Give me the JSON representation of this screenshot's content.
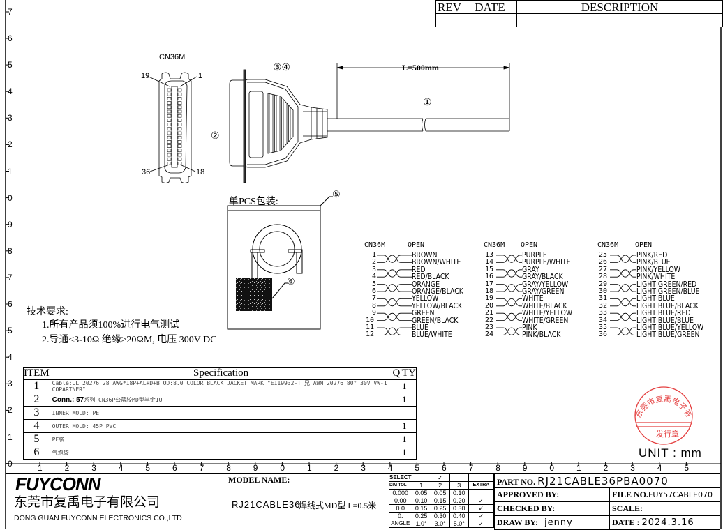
{
  "revision_table": {
    "rev": "REV",
    "date": "DATE",
    "description": "DESCRIPTION"
  },
  "ruler": {
    "left": [
      "7",
      "6",
      "5",
      "4",
      "3",
      "2",
      "1",
      "0",
      "9",
      "8",
      "7",
      "6",
      "5",
      "4",
      "3",
      "2",
      "1",
      "0"
    ],
    "bottom": [
      "1",
      "2",
      "3",
      "4",
      "5",
      "6",
      "7",
      "8",
      "9",
      "0",
      "1",
      "2",
      "3",
      "4",
      "5",
      "6",
      "7",
      "8",
      "9",
      "0",
      "1",
      "2",
      "3",
      "4",
      "5"
    ]
  },
  "drawing": {
    "front_view_label": "CN36M",
    "pin_19": "19",
    "pin_1": "1",
    "pin_36": "36",
    "pin_18": "18",
    "callout_2": "②",
    "callout_34": "③④",
    "callout_1": "①",
    "length": "L=500mm"
  },
  "packaging": {
    "title": "单PCS包装:",
    "callout_5": "⑤",
    "callout_6": "⑥"
  },
  "requirements": {
    "title": "技术要求:",
    "items": [
      "1.所有产品须100%进行电气测试",
      "2.导通≤3-10Ω  绝缘≥20ΩM, 电压 300V  DC"
    ]
  },
  "pinout": {
    "header_left": "CN36M",
    "header_right": "OPEN",
    "groups": [
      [
        [
          "1",
          "BROWN"
        ],
        [
          "2",
          "BROWN/WHITE"
        ],
        [
          "3",
          "RED"
        ],
        [
          "4",
          "RED/BLACK"
        ],
        [
          "5",
          "ORANGE"
        ],
        [
          "6",
          "ORANGE/BLACK"
        ],
        [
          "7",
          "YELLOW"
        ],
        [
          "8",
          "YELLOW/BLACK"
        ],
        [
          "9",
          "GREEN"
        ],
        [
          "10",
          "GREEN/BLACK"
        ],
        [
          "11",
          "BLUE"
        ],
        [
          "12",
          "BLUE/WHITE"
        ]
      ],
      [
        [
          "13",
          "PURPLE"
        ],
        [
          "14",
          "PURPLE/WHITE"
        ],
        [
          "15",
          "GRAY"
        ],
        [
          "16",
          "GRAY/BLACK"
        ],
        [
          "17",
          "GRAY/YELLOW"
        ],
        [
          "18",
          "GRAY/GREEN"
        ],
        [
          "19",
          "WHITE"
        ],
        [
          "20",
          "WHITE/BLACK"
        ],
        [
          "21",
          "WHITE/YELLOW"
        ],
        [
          "22",
          "WHITE/GREEN"
        ],
        [
          "23",
          "PINK"
        ],
        [
          "24",
          "PINK/BLACK"
        ]
      ],
      [
        [
          "25",
          "PINK/RED"
        ],
        [
          "26",
          "PINK/BLUE"
        ],
        [
          "27",
          "PINK/YELLOW"
        ],
        [
          "28",
          "PINK/WHITE"
        ],
        [
          "29",
          "LIGHT GREEN/RED"
        ],
        [
          "30",
          "LIGHT GREEN/BLUE"
        ],
        [
          "31",
          "LIGHT BLUE"
        ],
        [
          "32",
          "LIGHT BLUE/BLACK"
        ],
        [
          "33",
          "LIGHT BLUE/RED"
        ],
        [
          "34",
          "LIGHT BLUE/BLUE"
        ],
        [
          "35",
          "LIGHT BLUE/YELLOW"
        ],
        [
          "36",
          "LIGHT BLUE/GREEN"
        ]
      ]
    ]
  },
  "spec_table": {
    "headers": {
      "item": "ITEM",
      "spec": "Specification",
      "qty": "Q'TY"
    },
    "rows": [
      {
        "item": "1",
        "spec": "Cable:UL 20276 28 AWG*18P+AL+D+B OD:8.0  COLOR BLACK JACKET MARK \"E119932-T 兄  AWM 20276 80°  30V VW-1 COPARTNER\"",
        "qty": "1"
      },
      {
        "item": "2",
        "spec_prefix": "Conn.: 57",
        "spec": "系列 CN36P公蓝胶MD型半金1U",
        "qty": "1"
      },
      {
        "item": "3",
        "spec": "INNER MOLD: PE",
        "qty": ""
      },
      {
        "item": "4",
        "spec": "OUTER MOLD: 45P PVC",
        "qty": "1"
      },
      {
        "item": "5",
        "spec": "PE袋",
        "qty": "1"
      },
      {
        "item": "6",
        "spec": "气泡袋",
        "qty": "1"
      }
    ]
  },
  "stamp": {
    "company": "东莞市复禹电子有限公司",
    "type": "发行章",
    "color": "#e02020"
  },
  "unit": "UNIT : mm",
  "title_block": {
    "logo": "FUYCONN",
    "company_cn": "东莞市复禹电子有限公司",
    "company_en": "DONG GUAN FUYCONN ELECTRONICS CO.,LTD",
    "model_label": "MODEL NAME:",
    "model_value": "RJ21CABLE36",
    "model_desc": "焊线式MD型  L=0.5米",
    "tolerance": {
      "select": "SELECT",
      "tol": "TOL",
      "dim": "DIM",
      "check": "✓",
      "cols": [
        "1",
        "2",
        "3",
        "EXTRA"
      ],
      "rows": [
        [
          "0.000",
          "0.05",
          "0.05",
          "0.10",
          ""
        ],
        [
          "0.00",
          "0.10",
          "0.15",
          "0.20",
          "✓"
        ],
        [
          "0.0",
          "0.15",
          "0.25",
          "0.30",
          "✓"
        ],
        [
          "0.",
          "0.25",
          "0.30",
          "0.40",
          "✓"
        ],
        [
          "ANGLE",
          "1.0°",
          "3.0°",
          "5.0°",
          "✓"
        ]
      ]
    },
    "part_no_label": "PART NO.",
    "part_no": "RJ21CABLE36PBA0070",
    "approved_label": "APPROVED BY:",
    "file_no_label": "FILE NO.",
    "file_no": "FUY57CABLE070",
    "checked_label": "CHECKED BY:",
    "scale_label": "SCALE:",
    "draw_label": "DRAW BY:",
    "draw_by": "jenny",
    "date_label": "DATE :",
    "date": "2024.3.16"
  }
}
